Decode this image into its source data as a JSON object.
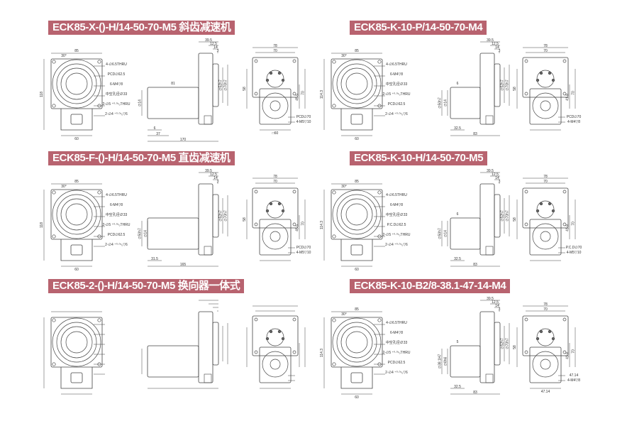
{
  "panels": [
    {
      "title": "ECK85-X-()-H/14-50-70-M5 斜齿减速机",
      "front": {
        "top": "85",
        "angle": "30°",
        "left": "118",
        "bottom": "60",
        "callouts": [
          "4-∅6.5THRU",
          "PCD∅62.5",
          "6-M4▽8",
          "中空孔径∅33",
          "2-∅5 ⁺⁰·⁰¹₀THRU",
          "2-∅4 ⁺⁰·⁰¹₀▽6"
        ]
      },
      "side": {
        "top": [
          "39.5",
          "12.5",
          "14",
          "3"
        ],
        "left": [
          "∅14"
        ],
        "right": [
          "∅52h7",
          "∅70h7"
        ],
        "upper": "81",
        "bottom": [
          "6",
          "37",
          "170"
        ]
      },
      "end": {
        "top": [
          "78",
          "70"
        ],
        "left": "58",
        "right": [
          "70",
          "45.5"
        ],
        "bottom": "□60",
        "callouts": [
          "PCD∅70",
          "4-M5▽10"
        ]
      }
    },
    {
      "title": "ECK85-K-10-P/14-50-70-M4",
      "front": {
        "top": "85",
        "angle": "30°",
        "left": "114.3",
        "bottom": "60",
        "callouts": [
          "4-∅6.5THRU",
          "6-M4▽8",
          "中空孔径∅33",
          "2-∅5 ⁺⁰·⁰¹₀THRU",
          "PCD∅62.5",
          "2-∅4 ⁺⁰·⁰¹₀▽6"
        ]
      },
      "side": {
        "top": [
          "39.5",
          "12.5",
          "14",
          "3"
        ],
        "left": [
          "∅50h7",
          "∅14"
        ],
        "right": [
          "∅52h7",
          "∅70h7"
        ],
        "upper": "6",
        "bottom": [
          "32.5",
          "83"
        ]
      },
      "end": {
        "top": [
          "78",
          "70"
        ],
        "left": "58",
        "right": [
          "70",
          "41.8"
        ],
        "bottom": "",
        "callouts": [
          "PCD∅70",
          "4-M4▽8"
        ]
      }
    },
    {
      "title": "ECK85-F-()-H/14-50-70-M5 直齿减速机",
      "front": {
        "top": "85",
        "angle": "30°",
        "left": "118",
        "bottom": "60",
        "callouts": [
          "4-∅6.5THRU",
          "6-M4▽8",
          "中空孔径∅33",
          "2-∅5 ⁺⁰·⁰¹₀THRU",
          "PCD∅62.5",
          "2-∅4 ⁺⁰·⁰¹₀▽6"
        ]
      },
      "side": {
        "top": [
          "39.5",
          "12.5",
          "14",
          "3"
        ],
        "left": [
          "∅50h7",
          "∅14"
        ],
        "right": [
          "∅52h7",
          "∅70h7"
        ],
        "upper": "",
        "bottom": [
          "31.5",
          "165"
        ]
      },
      "end": {
        "top": [
          "78",
          "70"
        ],
        "left": "58",
        "right": [
          "70",
          "45.5"
        ],
        "bottom": "",
        "callouts": [
          "PCD∅70",
          "4-M5▽10"
        ]
      }
    },
    {
      "title": "ECK85-K-10-H/14-50-70-M5",
      "front": {
        "top": "85",
        "angle": "30°",
        "left": "114.3",
        "bottom": "60",
        "callouts": [
          "4-∅6.5THRU",
          "6-M4▽8",
          "中空孔径∅33",
          "P.C.D∅62.5",
          "2-∅5 ⁺⁰·⁰¹₀THRU",
          "2-∅4 ⁺⁰·⁰¹₀▽6"
        ]
      },
      "side": {
        "top": [
          "39.5",
          "12.5",
          "14",
          "3"
        ],
        "left": [
          "∅50h7",
          "∅14"
        ],
        "right": [
          "∅52h7",
          "∅70h7"
        ],
        "upper": "6",
        "bottom": [
          "32.5",
          "83"
        ]
      },
      "end": {
        "top": [
          "78",
          "70"
        ],
        "left": "58",
        "right": [
          "70",
          "41.8"
        ],
        "bottom": "",
        "callouts": [
          "P.C.D∅70",
          "4-M5▽10"
        ]
      }
    },
    {
      "title": "ECK85-2-()-H/14-50-70-M5 换向器一体式",
      "front": {
        "top": "",
        "angle": "",
        "left": "",
        "bottom": "",
        "callouts": [
          "",
          "",
          "",
          "",
          "",
          ""
        ]
      },
      "side": {
        "top": [
          "",
          "",
          "",
          ""
        ],
        "left": [
          ""
        ],
        "right": [
          "",
          ""
        ],
        "upper": "",
        "bottom": [
          ""
        ]
      },
      "end": {
        "top": [
          "",
          ""
        ],
        "left": "",
        "right": [
          "",
          ""
        ],
        "bottom": "",
        "callouts": [
          "",
          ""
        ]
      }
    },
    {
      "title": "ECK85-K-10-B2/8-38.1-47-14-M4",
      "front": {
        "top": "85",
        "angle": "30°",
        "left": "114.3",
        "bottom": "60",
        "callouts": [
          "4-∅6.5THRU",
          "6-M4▽8",
          "中空孔径∅33",
          "2-∅5 ⁺⁰·⁰¹₀THRU",
          "PCD∅62.5",
          "2-∅4 ⁺⁰·⁰¹₀▽6"
        ]
      },
      "side": {
        "top": [
          "39.5",
          "12.5",
          "14",
          "3"
        ],
        "left": [
          "∅38.1H7",
          "∅8h6"
        ],
        "right": [
          "∅52h7",
          "∅70h7"
        ],
        "upper": "5",
        "bottom": [
          "32.5",
          "83"
        ]
      },
      "end": {
        "top": [
          "78",
          "70"
        ],
        "left": "58",
        "right": [
          "70",
          "41.8"
        ],
        "bottom": "47.14",
        "callouts": [
          "47.14",
          "4-M4▽8"
        ]
      }
    }
  ],
  "colors": {
    "title_bg": "#b8636f",
    "line": "#444"
  }
}
